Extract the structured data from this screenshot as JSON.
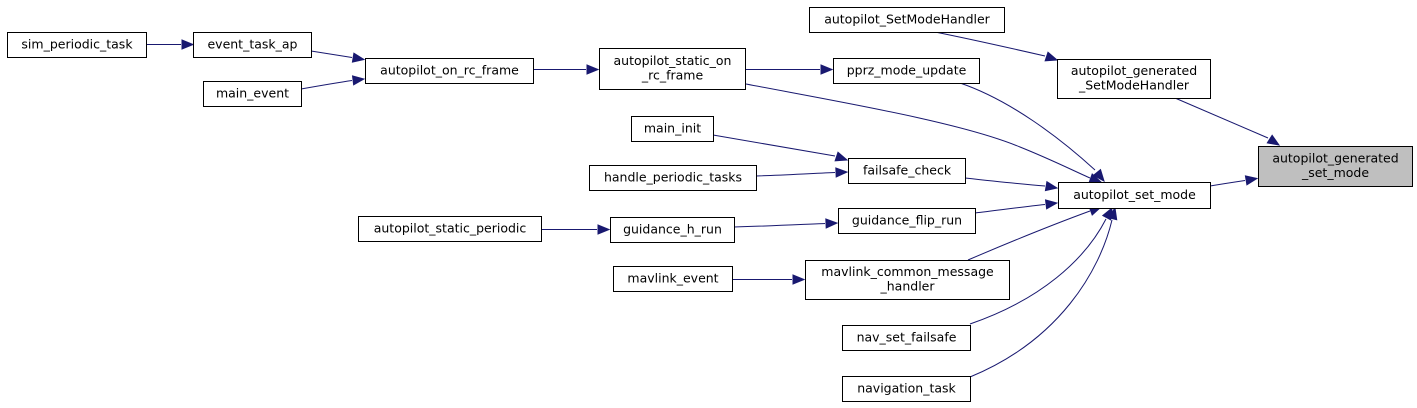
{
  "diagram": {
    "type": "call-graph",
    "colors": {
      "edge": "#191970",
      "node_border": "#000000",
      "node_fill": "#ffffff",
      "root_fill": "#bfbfbf"
    },
    "nodes": [
      {
        "id": "sim_periodic_task",
        "lines": [
          "sim_periodic_task"
        ]
      },
      {
        "id": "event_task_ap",
        "lines": [
          "event_task_ap"
        ]
      },
      {
        "id": "main_event",
        "lines": [
          "main_event"
        ]
      },
      {
        "id": "autopilot_on_rc_frame",
        "lines": [
          "autopilot_on_rc_frame"
        ]
      },
      {
        "id": "autopilot_static_on_rc_frame",
        "lines": [
          "autopilot_static_on",
          "_rc_frame"
        ]
      },
      {
        "id": "pprz_mode_update",
        "lines": [
          "pprz_mode_update"
        ]
      },
      {
        "id": "autopilot_SetModeHandler",
        "lines": [
          "autopilot_SetModeHandler"
        ]
      },
      {
        "id": "autopilot_generated_SetModeHandler",
        "lines": [
          "autopilot_generated",
          "_SetModeHandler"
        ]
      },
      {
        "id": "main_init",
        "lines": [
          "main_init"
        ]
      },
      {
        "id": "handle_periodic_tasks",
        "lines": [
          "handle_periodic_tasks"
        ]
      },
      {
        "id": "failsafe_check",
        "lines": [
          "failsafe_check"
        ]
      },
      {
        "id": "autopilot_set_mode",
        "lines": [
          "autopilot_set_mode"
        ]
      },
      {
        "id": "autopilot_generated_set_mode",
        "lines": [
          "autopilot_generated",
          "_set_mode"
        ],
        "highlighted": true
      },
      {
        "id": "autopilot_static_periodic",
        "lines": [
          "autopilot_static_periodic"
        ]
      },
      {
        "id": "guidance_h_run",
        "lines": [
          "guidance_h_run"
        ]
      },
      {
        "id": "guidance_flip_run",
        "lines": [
          "guidance_flip_run"
        ]
      },
      {
        "id": "mavlink_event",
        "lines": [
          "mavlink_event"
        ]
      },
      {
        "id": "mavlink_common_message_handler",
        "lines": [
          "mavlink_common_message",
          "_handler"
        ]
      },
      {
        "id": "nav_set_failsafe",
        "lines": [
          "nav_set_failsafe"
        ]
      },
      {
        "id": "navigation_task",
        "lines": [
          "navigation_task"
        ]
      }
    ],
    "edges": [
      {
        "from": "sim_periodic_task",
        "to": "event_task_ap"
      },
      {
        "from": "event_task_ap",
        "to": "autopilot_on_rc_frame"
      },
      {
        "from": "main_event",
        "to": "autopilot_on_rc_frame"
      },
      {
        "from": "autopilot_on_rc_frame",
        "to": "autopilot_static_on_rc_frame"
      },
      {
        "from": "autopilot_static_on_rc_frame",
        "to": "pprz_mode_update"
      },
      {
        "from": "autopilot_static_on_rc_frame",
        "to": "autopilot_set_mode"
      },
      {
        "from": "pprz_mode_update",
        "to": "autopilot_set_mode"
      },
      {
        "from": "autopilot_SetModeHandler",
        "to": "autopilot_generated_SetModeHandler"
      },
      {
        "from": "autopilot_generated_SetModeHandler",
        "to": "autopilot_generated_set_mode"
      },
      {
        "from": "main_init",
        "to": "failsafe_check"
      },
      {
        "from": "handle_periodic_tasks",
        "to": "failsafe_check"
      },
      {
        "from": "failsafe_check",
        "to": "autopilot_set_mode"
      },
      {
        "from": "autopilot_static_periodic",
        "to": "guidance_h_run"
      },
      {
        "from": "guidance_h_run",
        "to": "guidance_flip_run"
      },
      {
        "from": "guidance_flip_run",
        "to": "autopilot_set_mode"
      },
      {
        "from": "mavlink_event",
        "to": "mavlink_common_message_handler"
      },
      {
        "from": "mavlink_common_message_handler",
        "to": "autopilot_set_mode"
      },
      {
        "from": "nav_set_failsafe",
        "to": "autopilot_set_mode"
      },
      {
        "from": "navigation_task",
        "to": "autopilot_set_mode"
      },
      {
        "from": "autopilot_set_mode",
        "to": "autopilot_generated_set_mode"
      }
    ]
  }
}
